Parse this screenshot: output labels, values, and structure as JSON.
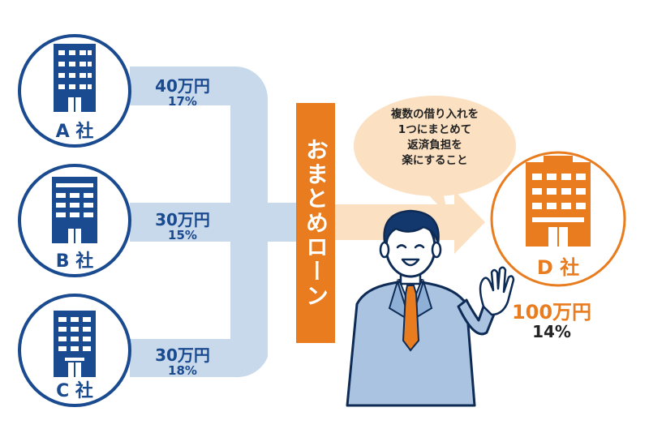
{
  "lenders": [
    {
      "name": "A 社",
      "amount": "40万円",
      "rate": "17%"
    },
    {
      "name": "B 社",
      "amount": "30万円",
      "rate": "15%"
    },
    {
      "name": "C 社",
      "amount": "30万円",
      "rate": "18%"
    }
  ],
  "consolidation_label": "おまとめローン",
  "speech_bubble": [
    "複数の借り入れを",
    "1つにまとめて",
    "返済負担を",
    "楽にすること"
  ],
  "result": {
    "name": "D 社",
    "amount": "100万円",
    "rate": "14%"
  },
  "colors": {
    "navy": "#1a4a8f",
    "orange": "#e87c1e",
    "flow_blue": "#c9d9ec",
    "bubble": "#fbe0c2"
  },
  "icons": [
    "building-icon",
    "businessman-illustration",
    "speech-bubble"
  ]
}
